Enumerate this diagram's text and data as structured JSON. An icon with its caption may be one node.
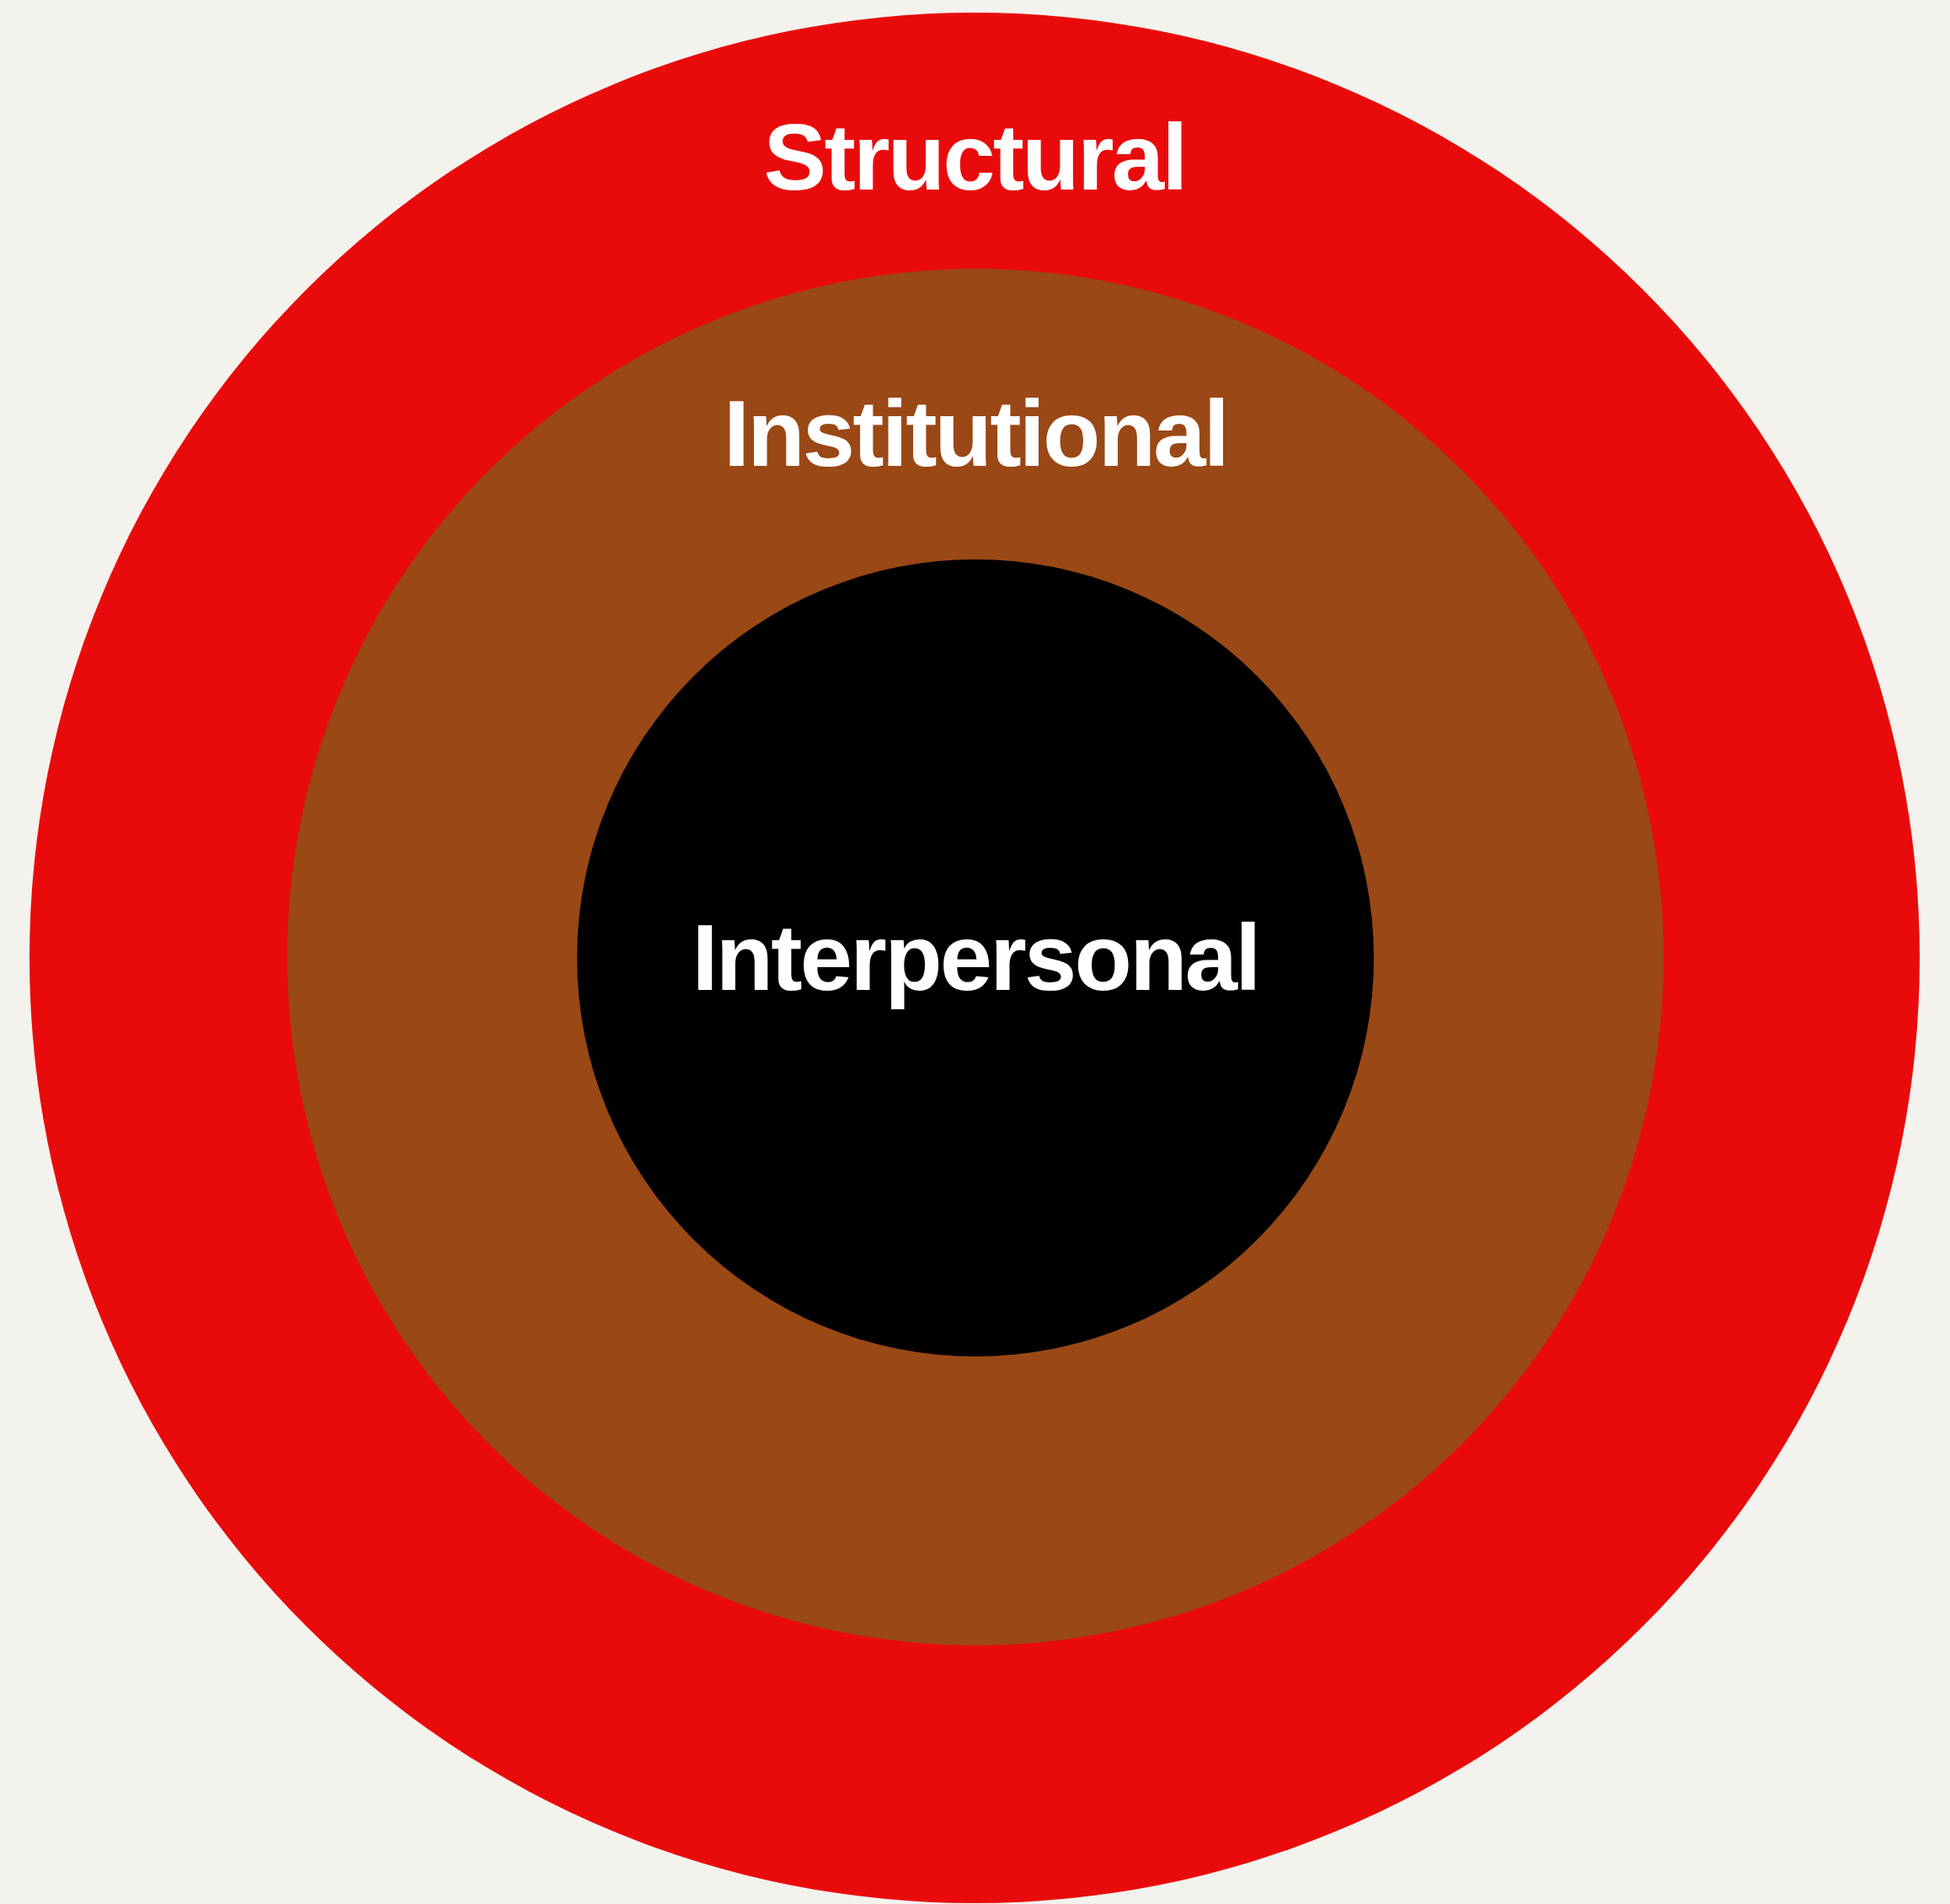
{
  "diagram": {
    "nodes": [
      {
        "text": [
          "Structural"
        ]
      },
      {
        "text": [
          "Institutional"
        ],
        "in": 0
      },
      {
        "text": [
          "Interpersonal"
        ],
        "in": 1
      }
    ]
  }
}
